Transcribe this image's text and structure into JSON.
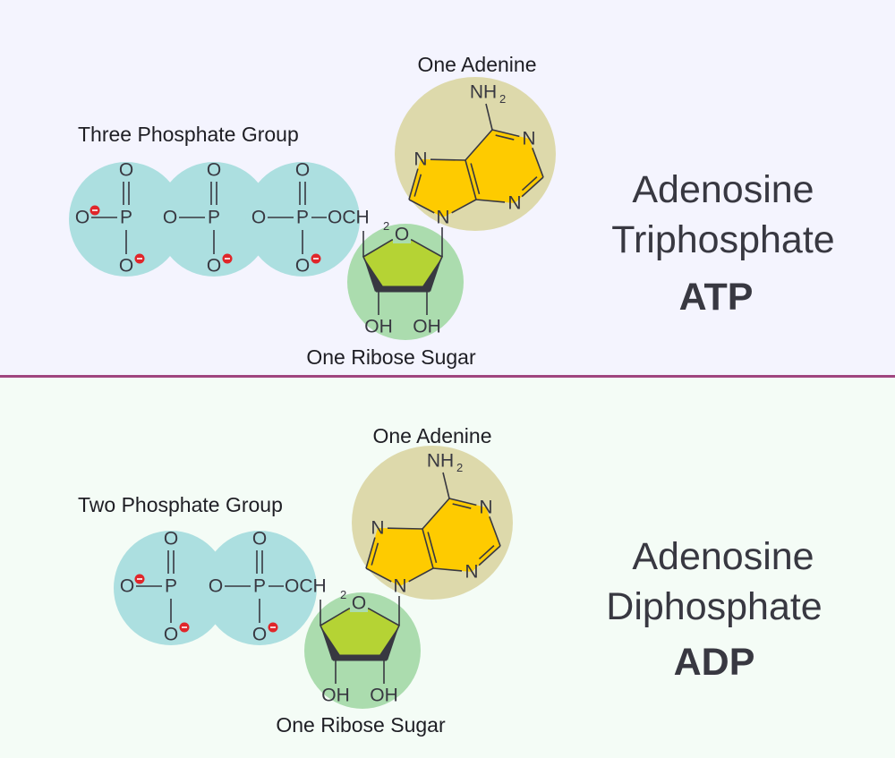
{
  "colors": {
    "top_background": "#f4f4fe",
    "bottom_background": "#f4fcf6",
    "divider": "#a0457f",
    "phosphate_circle": "#acdfe0",
    "ribose_circle": "#abdcae",
    "ribose_ring": "#b5d334",
    "adenine_circle": "#ddd9ab",
    "adenine_ring": "#fecb00",
    "charge": "#e0262a",
    "ink": "#383841"
  },
  "atoms": {
    "O": "O",
    "P": "P",
    "N": "N",
    "OH": "OH",
    "NH": "NH",
    "OCH": "OCH",
    "sub2": "2",
    "minus": "−"
  },
  "atp": {
    "phosphate_label": "Three Phosphate Group",
    "adenine_label": "One Adenine",
    "ribose_label": "One Ribose Sugar",
    "title_line1": "Adenosine",
    "title_line2": "Triphosphate",
    "abbreviation": "ATP",
    "phosphate_count": 3
  },
  "adp": {
    "phosphate_label": "Two Phosphate Group",
    "adenine_label": "One Adenine",
    "ribose_label": "One Ribose Sugar",
    "title_line1": "Adenosine",
    "title_line2": "Diphosphate",
    "abbreviation": "ADP",
    "phosphate_count": 2
  }
}
